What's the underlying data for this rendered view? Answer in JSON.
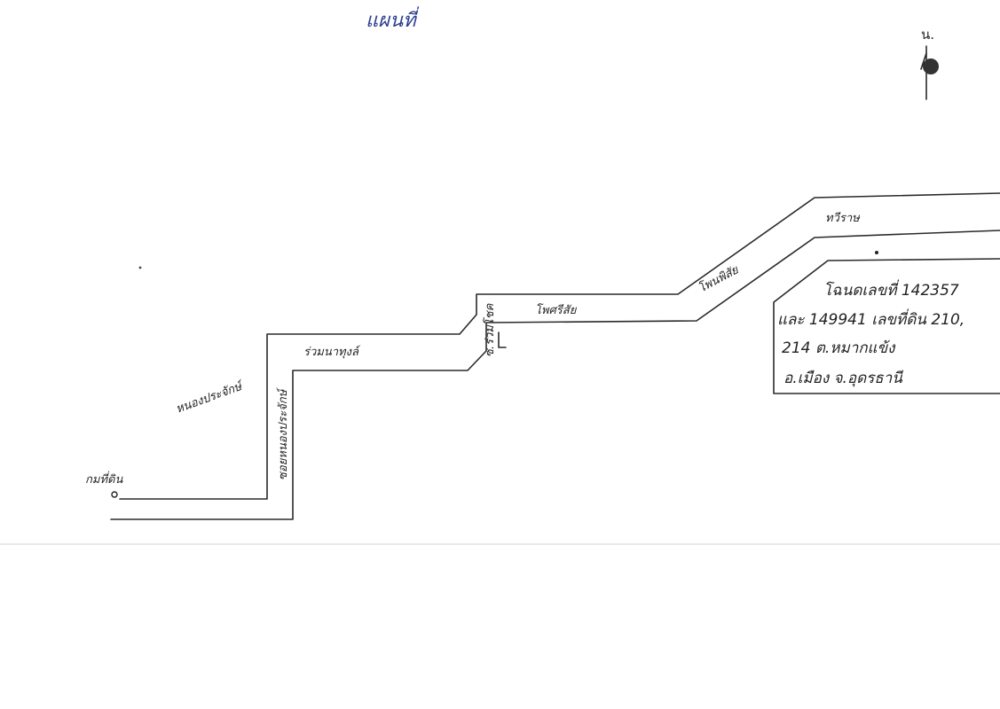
{
  "title": "แผนที่",
  "north_label": "น.",
  "origin_label": "กมที่ดิน",
  "road_labels": {
    "nong_pracha_left": "หนองประจักษ์",
    "soi_nong_pracha": "ซอยหนองประจักษ์",
    "suan_sumran": "ร่วมนาทุงล์",
    "soi_ruamchoke": "ซ.ร่วมโชค",
    "pho_sri_1": "โพศรีสัย",
    "pho_sri_2": "โพนพิสัย",
    "sri_road": "ทวีราษ"
  },
  "plot_info": {
    "line1": "โฉนดเลขที่ 142357",
    "line2": "และ 149941 เลขที่ดิน 210,",
    "line3": "214 ต.หมากแข้ง",
    "line4": "อ.เมือง จ.อุดรธานี"
  },
  "colors": {
    "ink": "#222222",
    "title": "#2b3f8f"
  }
}
